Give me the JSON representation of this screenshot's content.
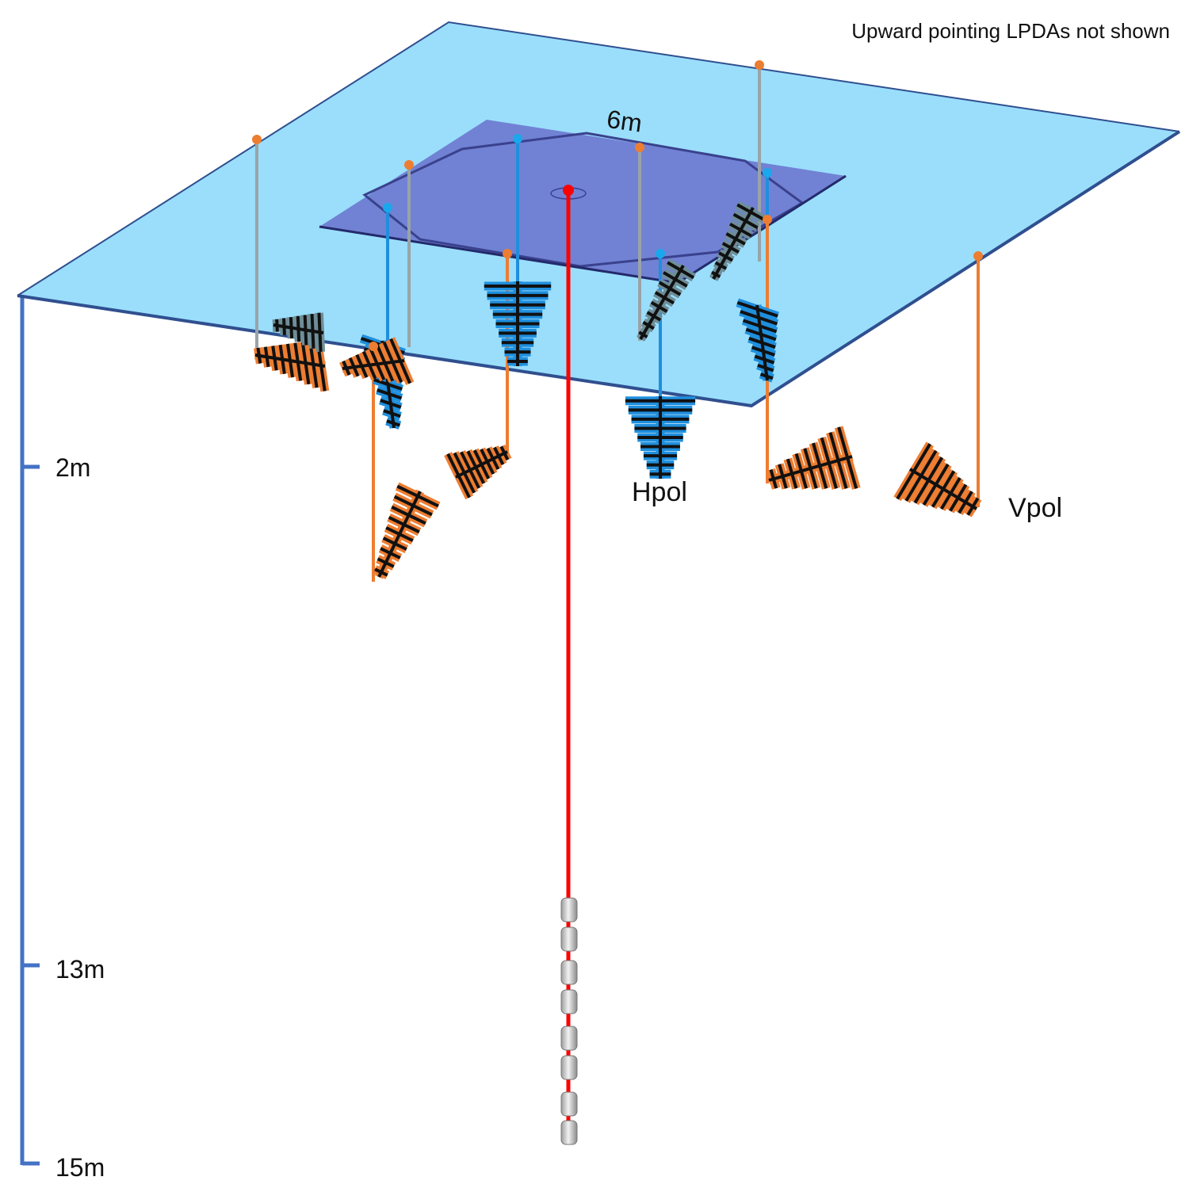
{
  "note": "Upward pointing LPDAs not shown",
  "dimension_label": "6m",
  "depth_scale": {
    "ticks": [
      "2m",
      "13m",
      "15m"
    ]
  },
  "antenna_labels": {
    "hpol": "Hpol",
    "vpol": "Vpol"
  },
  "colors": {
    "ground_fill": "#95dcfb",
    "ground_edge": "#2f4f8f",
    "inner_fill": "#6a72cc",
    "depth_axis": "#4472c4",
    "vpol_cable": "#ed7d31",
    "hpol_cable": "#1f8fdd",
    "string_cable": "#ff0000",
    "gray_cable": "#9aa3a8",
    "capsule_fill": "#c8c8c8"
  },
  "icons": [
    "vpol-lpda-icon",
    "hpol-lpda-icon",
    "hole-marker-icon",
    "capsule-icon"
  ]
}
